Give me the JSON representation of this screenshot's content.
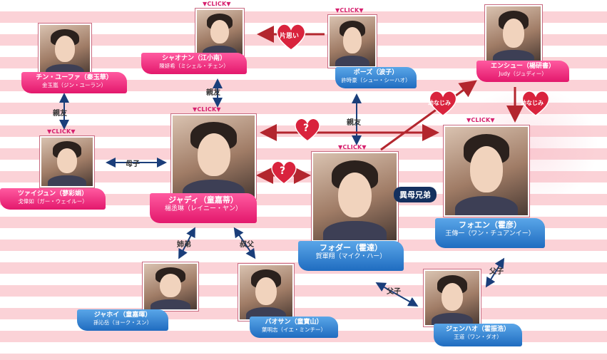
{
  "click_label": "▼CLICK▼",
  "characters": [
    {
      "id": "chin",
      "name": "チン・ユーファ（秦玉華）",
      "actor": "金玉嵐（ジン・ユーラン）"
    },
    {
      "id": "shaonan",
      "name": "シャオナン（江小南）",
      "actor": "陳妍希（ミシェル・チェン）"
    },
    {
      "id": "bozu",
      "name": "ボーズ（波子）",
      "actor": "許時豪（シュー・シーハオ）"
    },
    {
      "id": "enshu",
      "name": "エンシュー（楊研書）",
      "actor": "Judy（ジュディー）"
    },
    {
      "id": "tsuaijun",
      "name": "ツァイジュン（蓼彩娟）",
      "actor": "戈偉如（ガー・ウェイルー）"
    },
    {
      "id": "jadi",
      "name": "ジャディ（童嘉蒂）",
      "actor": "楊丞琳（レイニー・ヤン）"
    },
    {
      "id": "fodaa",
      "name": "フォダー（霍達）",
      "actor": "賀軍翔（マイク・ハー）"
    },
    {
      "id": "foen",
      "name": "フォエン（霍彦）",
      "actor": "王傳一（ワン・チュアンイー）"
    },
    {
      "id": "jahoi",
      "name": "ジャホイ（童嘉暉）",
      "actor": "孫沁岳（ヨーク・スン）"
    },
    {
      "id": "baosan",
      "name": "バオサン（童寶山）",
      "actor": "葉明志（イエ・ミンチー）"
    },
    {
      "id": "jenhao",
      "name": "ジェンハオ（霍振浩）",
      "actor": "王道（ワン・ダオ）"
    }
  ],
  "relations": {
    "kataomoi": "片思い",
    "shinyu_a": "親友",
    "shinyu_b": "親友",
    "shinyu_c": "親友",
    "boshi": "母子",
    "question_a": "?",
    "question_b": "?",
    "osananajimi_a": "幼なじみ",
    "osananajimi_b": "幼なじみ",
    "imaboketei": "異母兄弟",
    "shitei": "姉弟",
    "shukufu": "叔父",
    "fushi_a": "父子",
    "fushi_b": "父子"
  },
  "colors": {
    "pink_tag": "#e3186c",
    "blue_tag": "#1f6cc0",
    "arrow_red": "#b3262e",
    "arrow_blue": "#1a3e7a",
    "badge": "#14305e"
  }
}
